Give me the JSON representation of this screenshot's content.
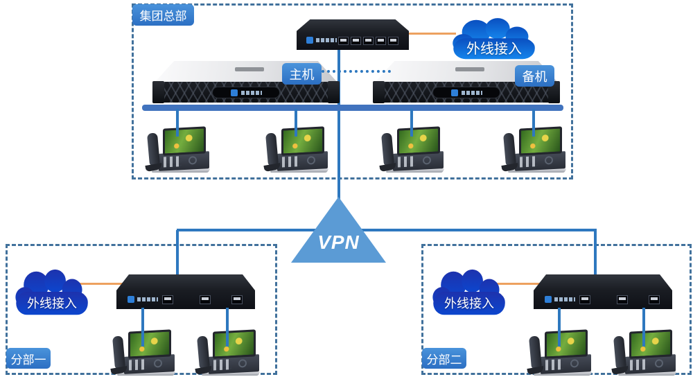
{
  "colors": {
    "line-blue": "#2E78BF",
    "bus-blue": "#4173BE",
    "border-blue": "#41719C",
    "orange": "#EDA15F",
    "badge-blue-1": "#4A93DB",
    "badge-blue-2": "#2C6FC3",
    "triangle-blue": "#5B9BD5",
    "cloud-hq-top": "#0A4FC0",
    "cloud-hq-bottom": "#1585EC",
    "cloud-branch-top": "#1D32AD",
    "cloud-branch-bottom": "#0C46CE"
  },
  "hq": {
    "label": "集团总部",
    "cloud_label": "外线接入",
    "host_label": "主机",
    "backup_label": "备机",
    "phone_count": 4
  },
  "vpn": {
    "label": "VPN"
  },
  "branches": [
    {
      "label": "分部一",
      "cloud_label": "外线接入",
      "phone_count": 2
    },
    {
      "label": "分部二",
      "cloud_label": "外线接入",
      "phone_count": 2
    }
  ]
}
